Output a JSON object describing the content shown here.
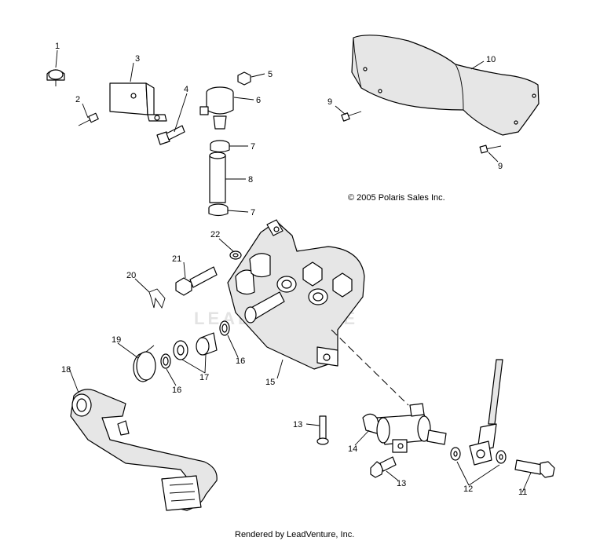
{
  "diagram": {
    "copyright": "© 2005 Polaris Sales Inc.",
    "footer": "Rendered by LeadVenture, Inc.",
    "watermark": "LEADVENTURE",
    "callouts": [
      "1",
      "2",
      "3",
      "4",
      "5",
      "6",
      "7",
      "7",
      "8",
      "9",
      "9",
      "10",
      "11",
      "12",
      "13",
      "13",
      "14",
      "15",
      "16",
      "16",
      "17",
      "18",
      "19",
      "20",
      "21",
      "22"
    ]
  }
}
